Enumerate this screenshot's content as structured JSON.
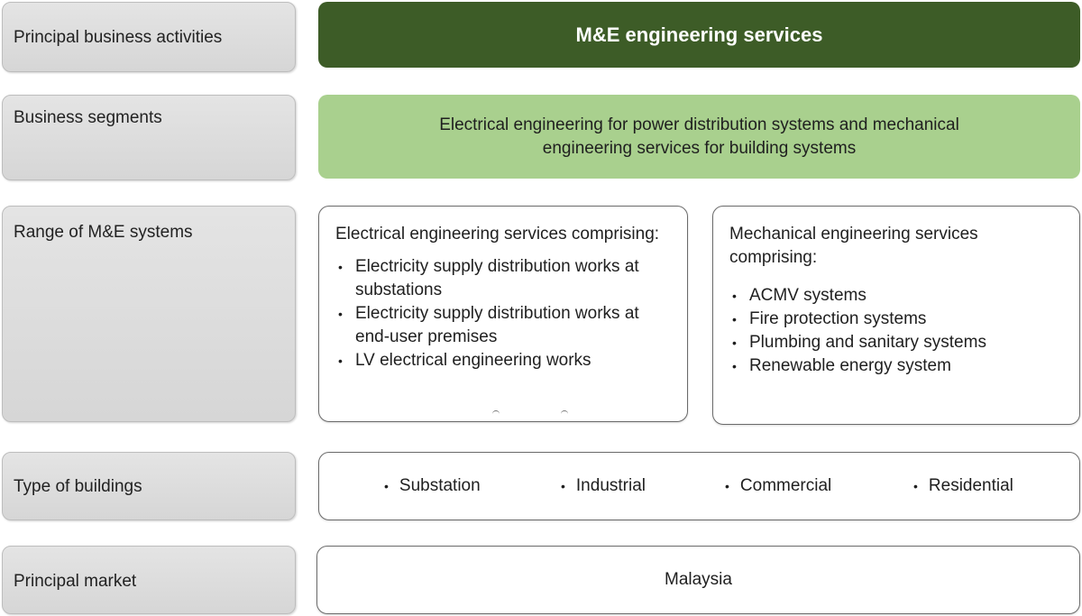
{
  "rows": {
    "activities": {
      "label": "Principal business activities",
      "value": "M&E engineering services",
      "color": "#3d5c27"
    },
    "segments": {
      "label": "Business segments",
      "value": "Electrical engineering for power distribution systems and mechanical engineering services for building systems",
      "color": "#a9d08e"
    },
    "systems": {
      "label": "Range of M&E systems",
      "electrical": {
        "title": "Electrical engineering services comprising:",
        "items": [
          "Electricity supply distribution works at substations",
          "Electricity supply distribution works at end-user premises",
          "LV electrical engineering works"
        ]
      },
      "mechanical": {
        "title": "Mechanical engineering services comprising:",
        "items": [
          "ACMV systems",
          "Fire protection systems",
          "Plumbing and sanitary systems",
          "Renewable energy system"
        ]
      }
    },
    "buildings": {
      "label": "Type of buildings",
      "items": [
        "Substation",
        "Industrial",
        "Commercial",
        "Residential"
      ]
    },
    "market": {
      "label": "Principal market",
      "value": "Malaysia"
    }
  }
}
